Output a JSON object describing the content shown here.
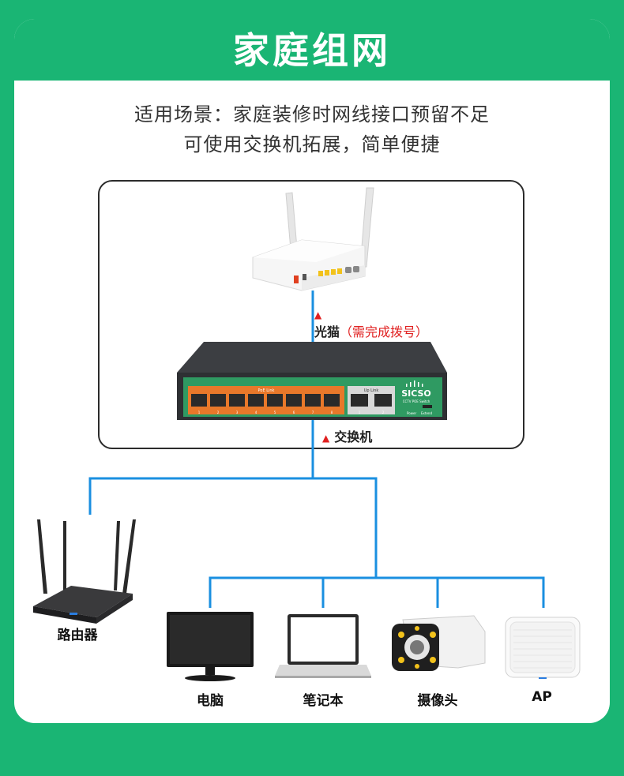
{
  "header": {
    "title": "家庭组网"
  },
  "description": {
    "line1": "适用场景：家庭装修时网线接口预留不足",
    "line2": "可使用交换机拓展，简单便捷"
  },
  "modem": {
    "label": "光猫",
    "note": "（需完成拨号）"
  },
  "switch": {
    "label": "交换机",
    "brand": "SICSO",
    "model": "CCTV POE Switch",
    "poe_group_label": "PoE Link",
    "uplink_group_label": "Up Link",
    "poe_port_numbers": [
      "1",
      "2",
      "3",
      "4",
      "5",
      "6",
      "7",
      "8"
    ],
    "uplink_port_numbers": [
      "1",
      "2"
    ],
    "status_labels": [
      "Power",
      "Extend"
    ]
  },
  "devices": [
    {
      "id": "router",
      "label": "路由器"
    },
    {
      "id": "pc",
      "label": "电脑"
    },
    {
      "id": "laptop",
      "label": "笔记本"
    },
    {
      "id": "camera",
      "label": "摄像头"
    },
    {
      "id": "ap",
      "label": "AP"
    }
  ],
  "colors": {
    "brand_green": "#1ab574",
    "link_blue": "#1a8fe0",
    "accent_red": "#e02020",
    "switch_body": "#2e3033",
    "switch_panel": "#2f9a62",
    "poe_orange": "#e8782a"
  }
}
